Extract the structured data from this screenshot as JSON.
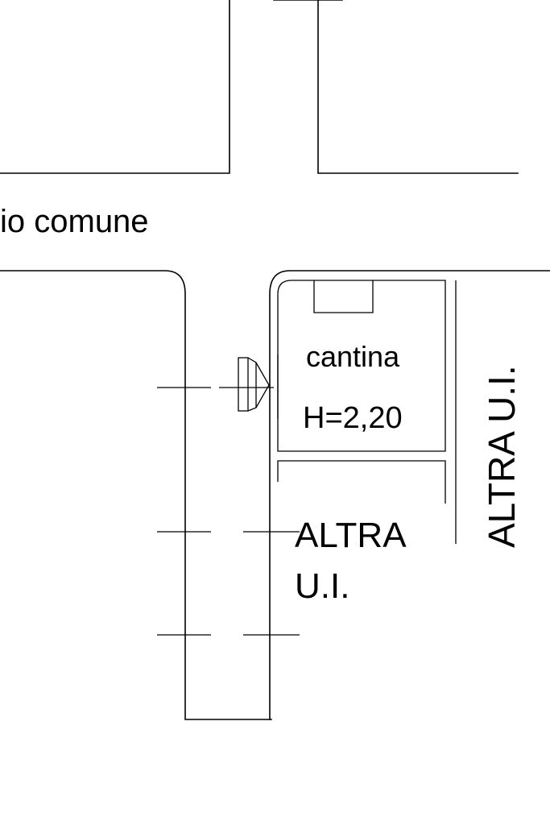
{
  "plan": {
    "corridor_label": "io comune",
    "cellar_label": "cantina",
    "cellar_height": "H=2,20",
    "other_unit_left_line1": "ALTRA",
    "other_unit_left_line2": "U.I.",
    "other_unit_right": "ALTRA U.I."
  },
  "colors": {
    "line": "#000000",
    "background": "#ffffff"
  }
}
